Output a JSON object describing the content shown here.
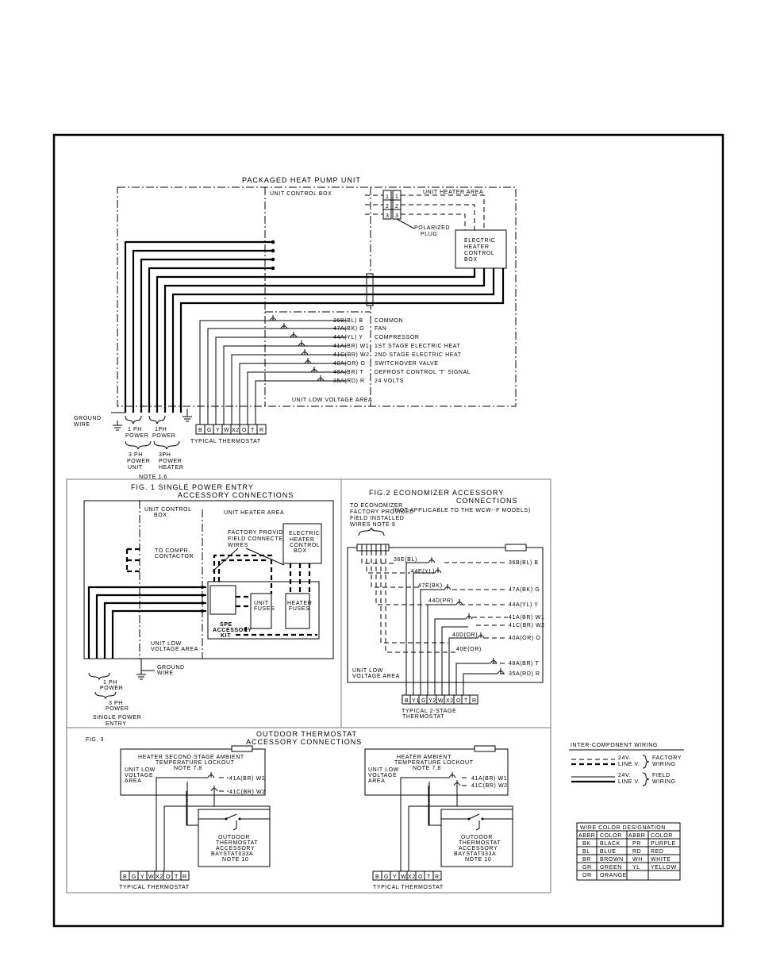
{
  "main": {
    "title": "PACKAGED HEAT PUMP UNIT",
    "unit_control_box": "UNIT CONTROL BOX",
    "unit_heater_area": "UNIT HEATER AREA",
    "plug_pins": [
      "1",
      "1",
      "2",
      "2",
      "3",
      "3"
    ],
    "polarized_plug": [
      "POLARIZED",
      "PLUG"
    ],
    "heater_control_box": [
      "ELECTRIC",
      "HEATER",
      "CONTROL",
      "BOX"
    ],
    "terminals": [
      {
        "wire": "36B(BL) B",
        "func": "COMMON"
      },
      {
        "wire": "47A(BK) G",
        "func": "FAN"
      },
      {
        "wire": "44A(YL) Y",
        "func": "COMPRESSOR"
      },
      {
        "wire": "41A(BR) W1",
        "func": "1ST STAGE ELECTRIC HEAT"
      },
      {
        "wire": "41C(BR) W2",
        "func": "2ND STAGE ELECTRIC HEAT"
      },
      {
        "wire": "40A(OR) O",
        "func": "SWITCHOVER VALVE"
      },
      {
        "wire": "48A(BR) T",
        "func": "DEFROST CONTROL 'T' SIGNAL"
      },
      {
        "wire": "35A(RD) R",
        "func": "24 VOLTS"
      }
    ],
    "low_voltage_area": "UNIT LOW VOLTAGE AREA",
    "ground_wire": [
      "GROUND",
      "WIRE"
    ],
    "power_1ph": [
      "1 PH",
      "POWER"
    ],
    "power_1ph_b": [
      "1PH",
      "POWER"
    ],
    "power_3ph_unit": [
      "3 PH",
      "POWER",
      "UNIT"
    ],
    "power_3ph_heater": [
      "3PH",
      "POWER",
      "HEATER"
    ],
    "note": "NOTE 1,6",
    "thermostat_terminals": [
      "B",
      "G",
      "Y",
      "W",
      "X2",
      "O",
      "T",
      "R"
    ],
    "typical_thermostat": "TYPICAL THERMOSTAT"
  },
  "fig1": {
    "title": "FIG. 1   SINGLE POWER ENTRY",
    "subtitle": "ACCESSORY CONNECTIONS",
    "unit_control_box": [
      "UNIT CONTROL",
      "BOX"
    ],
    "unit_heater_area": "UNIT HEATER AREA",
    "factory_wires": [
      "FACTORY PROVIDED",
      "FIELD CONNECTED",
      "WIRES"
    ],
    "heater_control_box": [
      "ELECTRIC",
      "HEATER",
      "CONTROL",
      "BOX"
    ],
    "to_compr": [
      "TO COMPR.",
      "CONTACTOR"
    ],
    "unit_fuses": [
      "UNIT",
      "FUSES"
    ],
    "heater_fuses": [
      "HEATER",
      "FUSES"
    ],
    "spe_kit": [
      "SPE",
      "ACCESSORY",
      "KIT"
    ],
    "low_voltage": [
      "UNIT LOW",
      "VOLTAGE AREA"
    ],
    "ground_wire": [
      "GROUND",
      "WIRE"
    ],
    "power_1ph": [
      "1 PH",
      "POWER"
    ],
    "power_3ph": [
      "3 PH",
      "POWER"
    ],
    "single_power_entry": [
      "SINGLE POWER",
      "ENTRY"
    ]
  },
  "fig2": {
    "title": "FIG.2   ECONOMIZER ACCESSORY",
    "subtitle": "CONNECTIONS",
    "note_models": "(NOT APPLICABLE TO THE WCW--F MODELS)",
    "to_economizer": [
      "TO ECONOMIZER",
      "FACTORY PROVIDED",
      "FIELD INSTALLED",
      "WIRES NOTE 9"
    ],
    "left_wires": [
      "36E(BL)",
      "44E(YL)",
      "47E(BK)",
      "44D(PR)",
      "40D(OR)",
      "40E(OR)"
    ],
    "right_wires": [
      "36B(BL) B",
      "47A(BK) G",
      "44A(YL) Y",
      "41A(BR) W1",
      "41C(BR) W2",
      "40A(OR) O",
      "48A(BR) T",
      "35A(RD) R"
    ],
    "low_voltage": [
      "UNIT LOW",
      "VOLTAGE AREA"
    ],
    "thermostat_terminals": [
      "B",
      "Y1",
      "G",
      "Y2",
      "W",
      "X2",
      "O",
      "T",
      "R"
    ],
    "typical_thermostat": [
      "TYPICAL 2-STAGE",
      "THERMOSTAT"
    ]
  },
  "fig3": {
    "title": "OUTDOOR THERMOSTAT",
    "subtitle": "ACCESSORY CONNECTIONS",
    "label": "FIG. 3",
    "left": {
      "heading": [
        "HEATER SECOND STAGE AMBIENT",
        "TEMPERATURE LOCKOUT",
        "NOTE 7,8"
      ],
      "low_voltage": [
        "UNIT LOW",
        "VOLTAGE",
        "AREA"
      ],
      "wires": [
        "41A(BR) W1",
        "41C(BR) W2"
      ],
      "accessory": [
        "OUTDOOR",
        "THERMOSTAT",
        "ACCESSORY",
        "BAYSTAT033A",
        "NOTE 10"
      ],
      "terminals": [
        "B",
        "G",
        "Y",
        "W",
        "X2",
        "O",
        "T",
        "R"
      ],
      "typical_thermostat": "TYPICAL THERMOSTAT"
    },
    "right": {
      "heading": [
        "HEATER AMBIENT",
        "TEMPERATURE LOCKOUT",
        "NOTE 7,8"
      ],
      "low_voltage": [
        "UNIT LOW",
        "VOLTAGE",
        "AREA"
      ],
      "wires": [
        "41A(BR) W1",
        "41C(BR) W2"
      ],
      "accessory": [
        "OUTDOOR",
        "THERMOSTAT",
        "ACCESSORY",
        "BAYSTAT033A",
        "NOTE 10"
      ],
      "terminals": [
        "B",
        "G",
        "Y",
        "W",
        "X2",
        "O",
        "T",
        "R"
      ],
      "typical_thermostat": "TYPICAL THERMOSTAT"
    }
  },
  "legend": {
    "title": "INTER-COMPONENT WIRING",
    "factory": [
      "24V.",
      "LINE V."
    ],
    "factory_label": [
      "FACTORY",
      "WIRING"
    ],
    "field": [
      "24V.",
      "LINE V."
    ],
    "field_label": [
      "FIELD",
      "WIRING"
    ]
  },
  "color_table": {
    "title": "WIRE COLOR DESIGNATION",
    "headers": [
      "ABBR",
      "COLOR",
      "ABBR",
      "COLOR"
    ],
    "rows": [
      [
        "BK",
        "BLACK",
        "PR",
        "PURPLE"
      ],
      [
        "BL",
        "BLUE",
        "RD",
        "RED"
      ],
      [
        "BR",
        "BROWN",
        "WH",
        "WHITE"
      ],
      [
        "GR",
        "GREEN",
        "YL",
        "YELLOW"
      ],
      [
        "OR",
        "ORANGE",
        "",
        ""
      ]
    ]
  }
}
